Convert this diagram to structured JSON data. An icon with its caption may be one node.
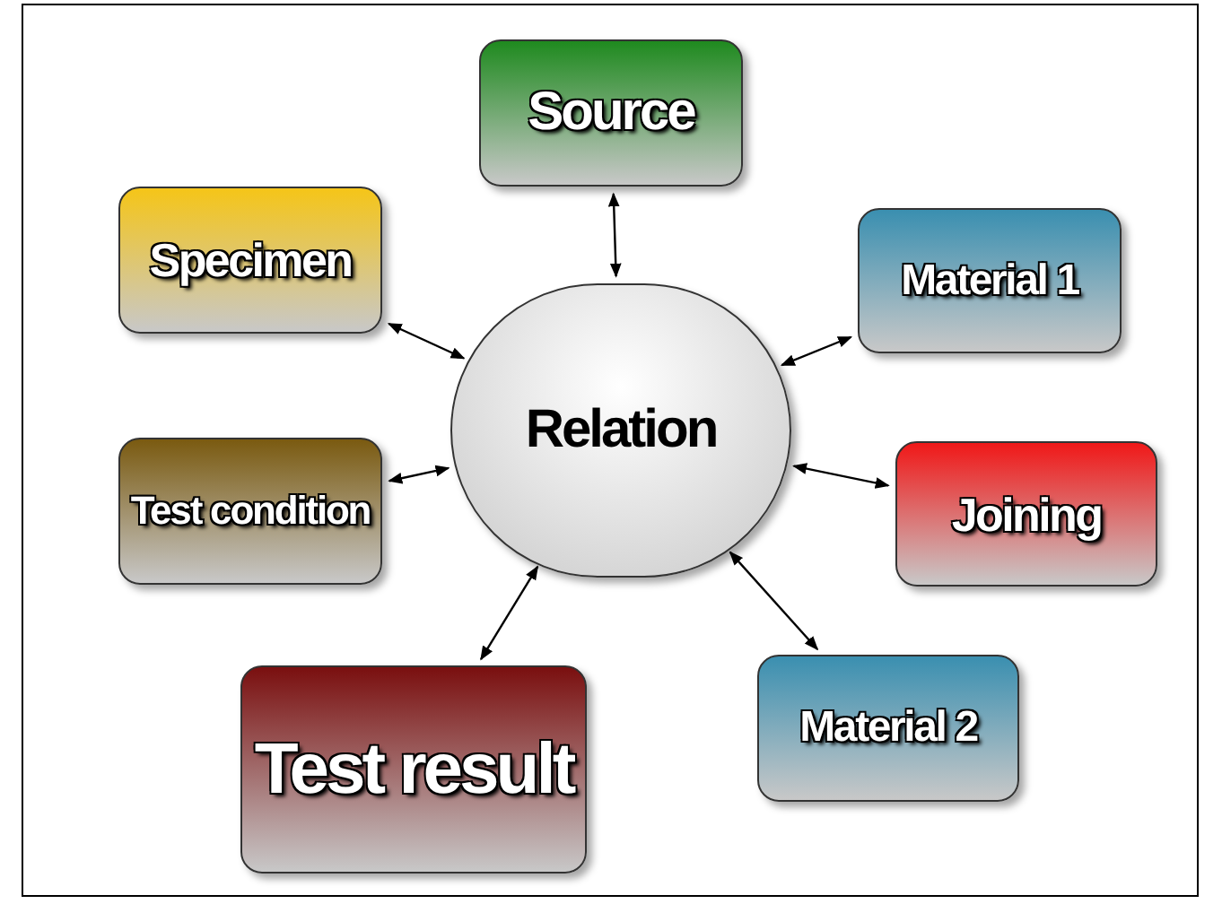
{
  "diagram": {
    "nodes": [
      {
        "text": [
          "Source"
        ]
      },
      {
        "text": [
          "Specimen"
        ]
      },
      {
        "text": [
          "Material 1"
        ]
      },
      {
        "text": [
          "Relation"
        ]
      },
      {
        "text": [
          "Test condition"
        ]
      },
      {
        "text": [
          "Joining"
        ]
      },
      {
        "text": [
          "Material 2"
        ]
      },
      {
        "text": [
          "Test result"
        ]
      }
    ],
    "edges": [
      {
        "from": 3,
        "to": 0,
        "arrow": "both"
      },
      {
        "from": 3,
        "to": 1,
        "arrow": "both"
      },
      {
        "from": 3,
        "to": 2,
        "arrow": "both"
      },
      {
        "from": 3,
        "to": 4,
        "arrow": "both"
      },
      {
        "from": 3,
        "to": 5,
        "arrow": "both"
      },
      {
        "from": 3,
        "to": 6,
        "arrow": "both"
      },
      {
        "from": 3,
        "to": 7,
        "arrow": "both"
      }
    ]
  }
}
